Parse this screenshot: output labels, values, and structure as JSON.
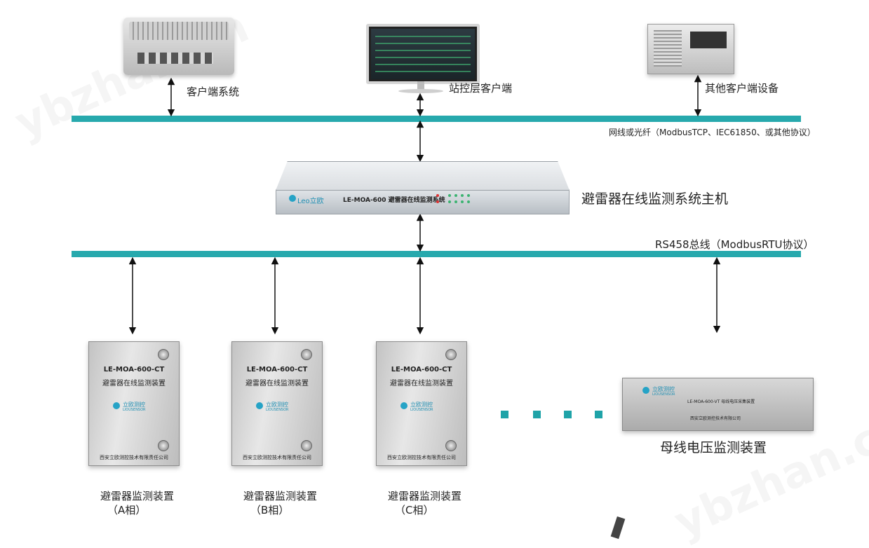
{
  "labels": {
    "client_system": "客户端系统",
    "station_client": "站控层客户端",
    "other_client": "其他客户端设备",
    "network_note": "网线或光纤（ModbusTCP、IEC61850、或其他协议）",
    "host_caption": "避雷器在线监测系统主机",
    "rs485_note": "RS458总线（ModbusRTU协议）",
    "bus_voltage_caption": "母线电压监测装置"
  },
  "host_panel": {
    "logo": "Leo立欧",
    "model": "LE-MOA-600 避雷器在线监测系统"
  },
  "monitors": [
    {
      "model": "LE-MOA-600-CT",
      "name": "避雷器在线监测装置",
      "brand": "立欧测控",
      "brand_en": "LIOUSENSOR",
      "company": "西安立欧测控技术有限责任公司",
      "caption": "避雷器监测装置",
      "phase": "（A相）"
    },
    {
      "model": "LE-MOA-600-CT",
      "name": "避雷器在线监测装置",
      "brand": "立欧测控",
      "brand_en": "LIOUSENSOR",
      "company": "西安立欧测控技术有限责任公司",
      "caption": "避雷器监测装置",
      "phase": "（B相）"
    },
    {
      "model": "LE-MOA-600-CT",
      "name": "避雷器在线监测装置",
      "brand": "立欧测控",
      "brand_en": "LIOUSENSOR",
      "company": "西安立欧测控技术有限责任公司",
      "caption": "避雷器监测装置",
      "phase": "（C相）"
    }
  ],
  "vt_unit": {
    "brand": "立欧测控",
    "brand_en": "LIOUSENSOR",
    "model": "LE-MOA-600-VT 母线电压采集装置",
    "company": "西安立欧测控技术有限公司"
  },
  "watermark_text": "ybzhan.cn",
  "colors": {
    "bus": "#27a9ad",
    "accent": "#1fa3a8",
    "brand": "#26a3c6"
  }
}
